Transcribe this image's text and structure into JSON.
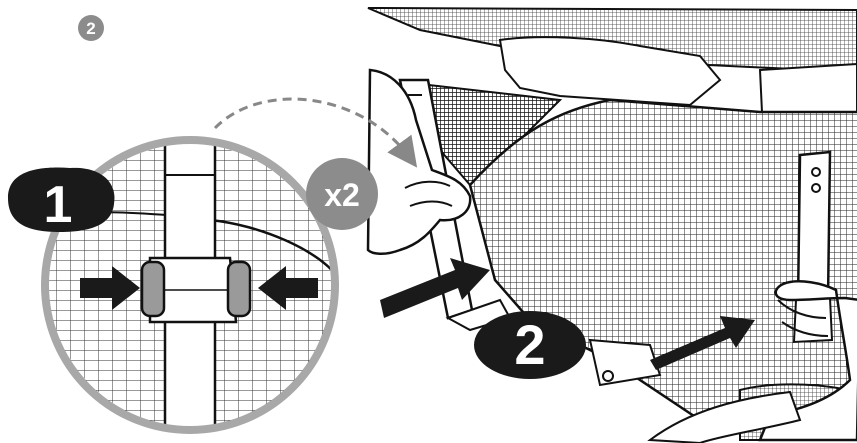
{
  "step_badge": "2",
  "detail": {
    "callout_number": "1",
    "multiplier": "x2"
  },
  "main": {
    "callout_number": "2"
  },
  "colors": {
    "ink": "#1a1a1a",
    "badge_gray": "#8c8c8c",
    "lens_ring": "#a8a8a8",
    "arrow": "#1a1a1a",
    "curve_arrow": "#888888",
    "button_gray": "#9a9a9a"
  },
  "icons": [
    "press-arrow-icon",
    "curved-arrow-icon",
    "push-arrow-icon"
  ]
}
